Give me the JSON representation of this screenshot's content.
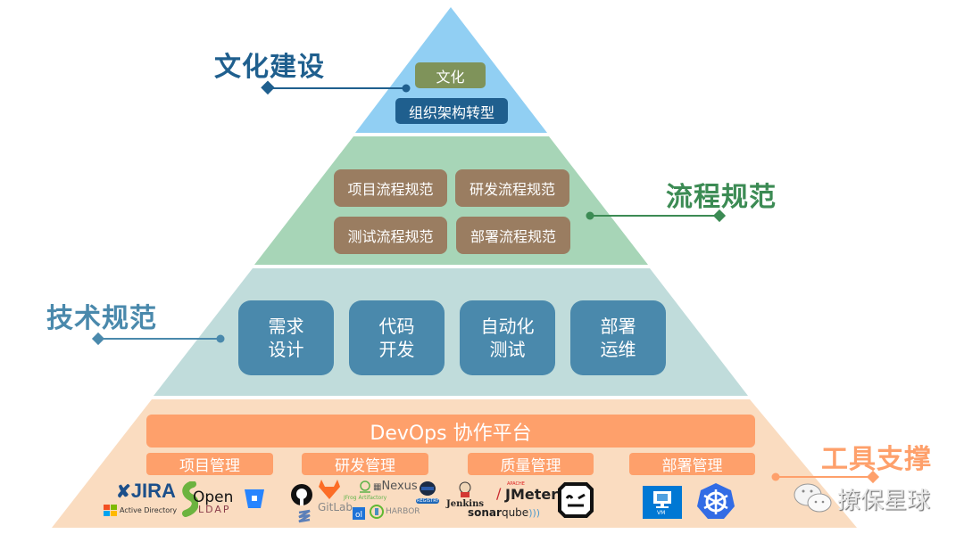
{
  "layers": {
    "culture": {
      "title": "文化建设",
      "items": [
        "文化",
        "组织架构转型"
      ],
      "colors": {
        "band": "#91cff3",
        "title": "#1f5f8e"
      }
    },
    "process": {
      "title": "流程规范",
      "items": [
        "项目流程规范",
        "研发流程规范",
        "测试流程规范",
        "部署流程规范"
      ],
      "colors": {
        "band": "#a7d5b7",
        "title": "#3c8b54"
      }
    },
    "tech": {
      "title": "技术规范",
      "items": [
        {
          "line1": "需求",
          "line2": "设计"
        },
        {
          "line1": "代码",
          "line2": "开发"
        },
        {
          "line1": "自动化",
          "line2": "测试"
        },
        {
          "line1": "部署",
          "line2": "运维"
        }
      ],
      "colors": {
        "band": "#c0dcdb",
        "title": "#4a89ac"
      }
    },
    "tools": {
      "title": "工具支撑",
      "platform": "DevOps 协作平台",
      "categories": [
        "项目管理",
        "研发管理",
        "质量管理",
        "部署管理"
      ],
      "colors": {
        "band": "#fadcc0",
        "title": "#fea06b"
      },
      "logos": {
        "jira": "JIRA",
        "active_directory": "Active Directory",
        "openldap_top": "Open",
        "openldap_bottom": "LDAP",
        "gitlab": "GitLab",
        "jfrog": "JFrog Artifactory",
        "nexus": "Nexus",
        "harbor": "HARBOR",
        "registry": "REGISTRY",
        "jenkins": "Jenkins",
        "jmeter_apache": "APACHE",
        "jmeter": "JMeter",
        "sonarqube_a": "sonar",
        "sonarqube_b": "qube",
        "vm": "VM"
      }
    }
  },
  "watermark": "撩保星球"
}
